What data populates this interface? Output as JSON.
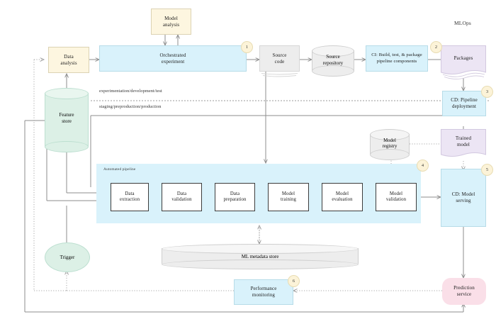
{
  "diagram": {
    "title_text": "MLOps",
    "group_label": "Automated pipeline",
    "env_line_top": "experimentation/development/test",
    "env_line_bottom": "staging/preproduction/production"
  },
  "nodes": {
    "model_analysis": "Model\nanalysis",
    "data_analysis": "Data\nanalysis",
    "orchestrated_experiment": "Orchestrated\nexperiment",
    "source_code": "Source\ncode",
    "source_repository": "Source\nrepository",
    "ci_build": "CI: Build, test, & package\npipeline components",
    "packages": "Packages",
    "cd_pipeline_deployment": "CD: Pipeline\ndeployment",
    "feature_store": "Feature\nstore",
    "model_registry": "Model\nregistry",
    "trained_model": "Trained\nmodel",
    "data_extraction": "Data\nextraction",
    "data_validation": "Data\nvalidation",
    "data_preparation": "Data\npreparation",
    "model_training": "Model\ntraining",
    "model_evaluation": "Model\nevaluation",
    "model_validation": "Model\nvalidation",
    "cd_model_serving": "CD: Model\nserving",
    "ml_metadata_store": "ML metadata store",
    "trigger": "Trigger",
    "performance_monitoring": "Performance\nmonitoring",
    "prediction_service": "Prediction\nservice"
  },
  "badges": {
    "b1": "1",
    "b2": "2",
    "b3": "3",
    "b4": "4",
    "b5": "5",
    "b6": "6"
  },
  "colors": {
    "cream": "#fdf6e0",
    "blue": "#d9f2fb",
    "grey": "#ededed",
    "lavender": "#ece5f4",
    "pink": "#fadfe8",
    "green": "#dcf0e6",
    "badge": "#fcf3d8",
    "line": "#8d8d8d"
  }
}
